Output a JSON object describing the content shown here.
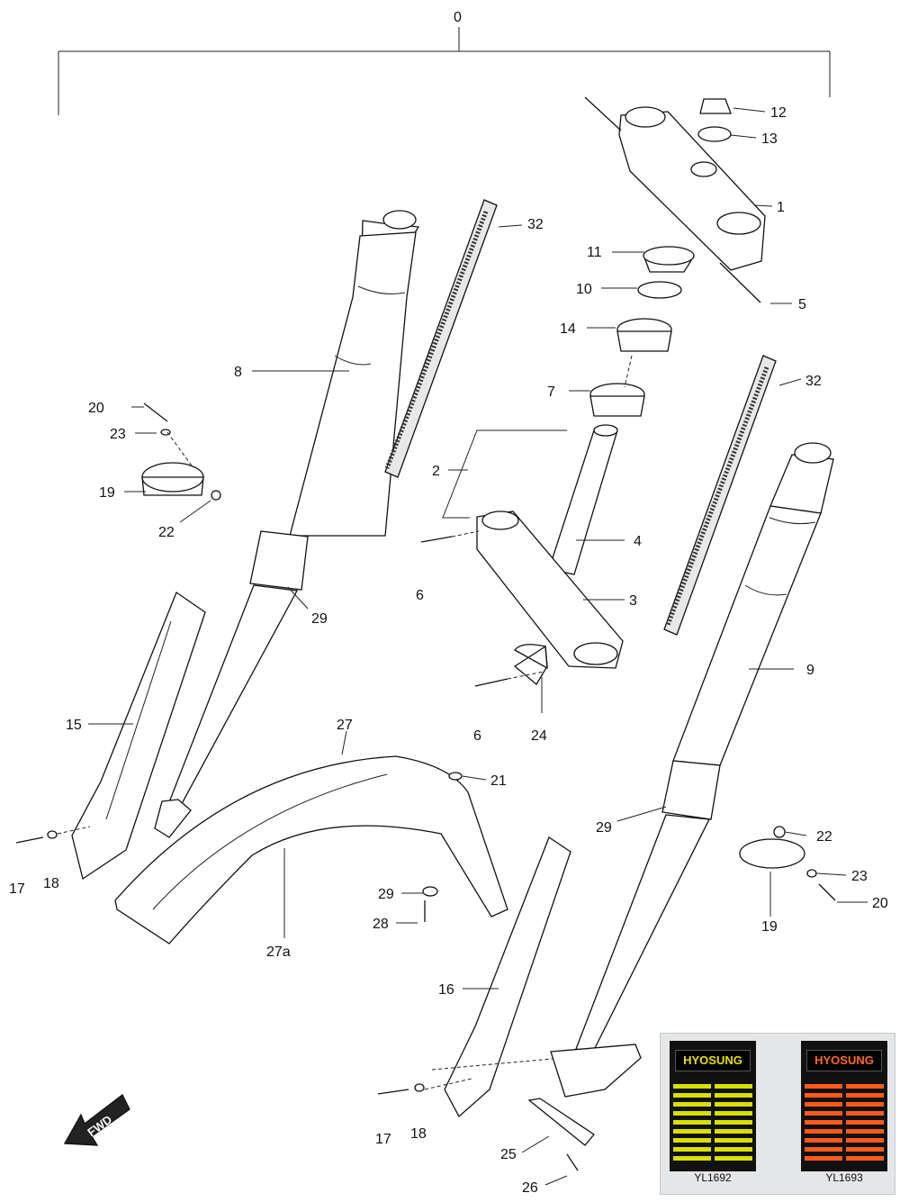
{
  "callouts": [
    {
      "id": "c0",
      "text": "0"
    },
    {
      "id": "c1",
      "text": "1"
    },
    {
      "id": "c2",
      "text": "2"
    },
    {
      "id": "c3",
      "text": "3"
    },
    {
      "id": "c4",
      "text": "4"
    },
    {
      "id": "c5",
      "text": "5"
    },
    {
      "id": "c6a",
      "text": "6"
    },
    {
      "id": "c6b",
      "text": "6"
    },
    {
      "id": "c7",
      "text": "7"
    },
    {
      "id": "c8",
      "text": "8"
    },
    {
      "id": "c9",
      "text": "9"
    },
    {
      "id": "c10",
      "text": "10"
    },
    {
      "id": "c11",
      "text": "11"
    },
    {
      "id": "c12",
      "text": "12"
    },
    {
      "id": "c13",
      "text": "13"
    },
    {
      "id": "c14",
      "text": "14"
    },
    {
      "id": "c15",
      "text": "15"
    },
    {
      "id": "c16",
      "text": "16"
    },
    {
      "id": "c17a",
      "text": "17"
    },
    {
      "id": "c17b",
      "text": "17"
    },
    {
      "id": "c18a",
      "text": "18"
    },
    {
      "id": "c18b",
      "text": "18"
    },
    {
      "id": "c19a",
      "text": "19"
    },
    {
      "id": "c19b",
      "text": "19"
    },
    {
      "id": "c20a",
      "text": "20"
    },
    {
      "id": "c20b",
      "text": "20"
    },
    {
      "id": "c21",
      "text": "21"
    },
    {
      "id": "c22a",
      "text": "22"
    },
    {
      "id": "c22b",
      "text": "22"
    },
    {
      "id": "c23a",
      "text": "23"
    },
    {
      "id": "c23b",
      "text": "23"
    },
    {
      "id": "c24",
      "text": "24"
    },
    {
      "id": "c25",
      "text": "25"
    },
    {
      "id": "c26",
      "text": "26"
    },
    {
      "id": "c27",
      "text": "27"
    },
    {
      "id": "c27a",
      "text": "27a"
    },
    {
      "id": "c28",
      "text": "28"
    },
    {
      "id": "c29a",
      "text": "29"
    },
    {
      "id": "c29b",
      "text": "29"
    },
    {
      "id": "c29c",
      "text": "29"
    },
    {
      "id": "c32a",
      "text": "32"
    },
    {
      "id": "c32b",
      "text": "32"
    }
  ],
  "fwd_label": "FWD",
  "decals": [
    {
      "brand": "HYOSUNG",
      "code": "YL1692",
      "brand_color": "#e8e000",
      "stripe_color": "#d8e000"
    },
    {
      "brand": "HYOSUNG",
      "code": "YL1693",
      "brand_color": "#ff6a1a",
      "stripe_color": "#ff5a1a"
    }
  ]
}
